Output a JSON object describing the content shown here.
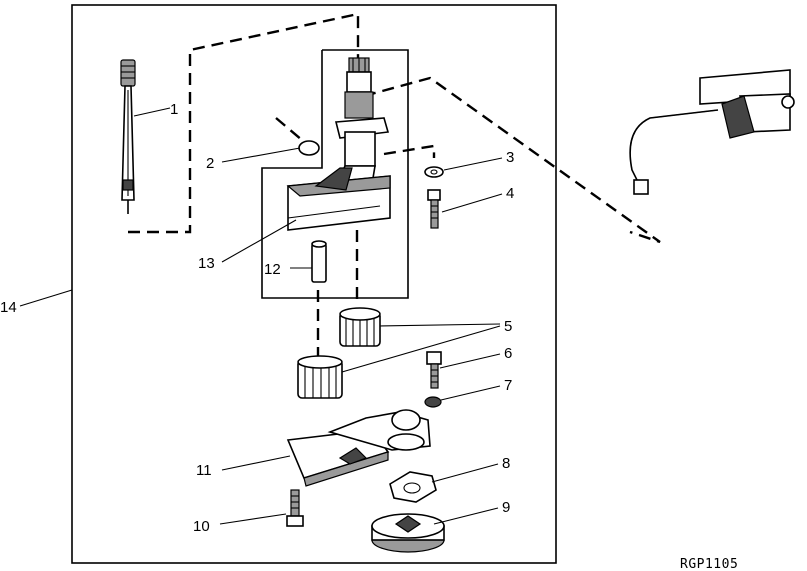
{
  "callouts": {
    "c1": "1",
    "c2": "2",
    "c3": "3",
    "c4": "4",
    "c5": "5",
    "c6": "6",
    "c7": "7",
    "c8": "8",
    "c9": "9",
    "c10": "10",
    "c11": "11",
    "c12": "12",
    "c13": "13",
    "c14": "14"
  },
  "reference_code": "RGP1105"
}
